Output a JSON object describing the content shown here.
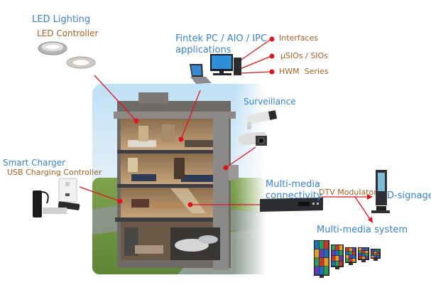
{
  "diagram": {
    "title": "Fintek home application diagram",
    "accent_color": "#e0141e",
    "label_color_primary": "#3b82c4",
    "label_color_secondary": "#a0622a"
  },
  "led": {
    "title": "LED Lighting",
    "subtitle": "LED Controller"
  },
  "pc": {
    "title_line1": "Fintek PC / AIO / IPC",
    "title_line2": "applications",
    "items": [
      "Interfaces",
      "µSIOs / SIOs",
      "HWM  Series"
    ]
  },
  "surveillance": {
    "title": "Surveillance"
  },
  "charger": {
    "title": "Smart Charger",
    "subtitle": "USB Charging Controller"
  },
  "multimedia": {
    "title_line1": "Multi-media",
    "title_line2": "connectivity",
    "modulator": "DTV Modulator",
    "signage": "D-signage",
    "system": "Multi-media system"
  },
  "icons": {
    "led_lights": "led-downlight-icon",
    "computer": "desktop-pc-icon",
    "laptop": "laptop-icon",
    "camera": "cctv-camera-icon",
    "charger": "usb-charger-icon",
    "set_top_box": "set-top-box-icon",
    "kiosk": "digital-signage-kiosk-icon",
    "tv_wall": "tv-wall-icon",
    "house": "house-cutaway-icon"
  }
}
